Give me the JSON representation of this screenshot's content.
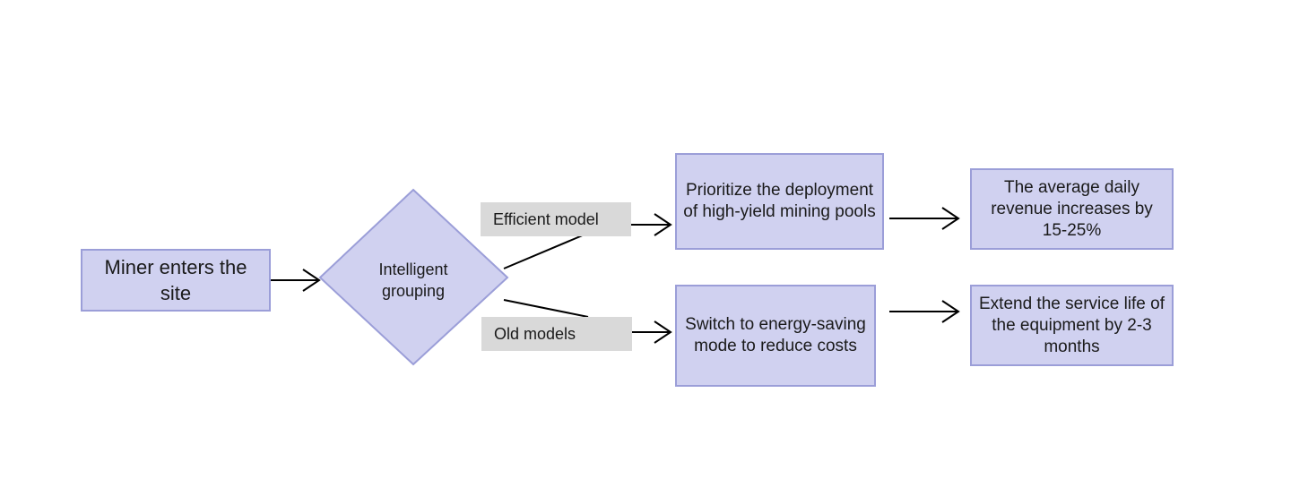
{
  "colors": {
    "node_fill": "#d0d1f0",
    "node_border": "#9b9ed8",
    "edge_label_fill": "#d9d9d9",
    "line": "#000000"
  },
  "nodes": {
    "start": "Miner enters the site",
    "decision": "Intelligent grouping",
    "efficient_action": "Prioritize the deployment of high-yield mining pools",
    "old_action": "Switch to energy-saving mode to reduce costs",
    "efficient_result": "The average daily revenue increases by 15-25%",
    "old_result": "Extend the service life of the equipment by 2-3 months"
  },
  "edges": {
    "efficient_label": "Efficient model",
    "old_label": "Old models"
  }
}
